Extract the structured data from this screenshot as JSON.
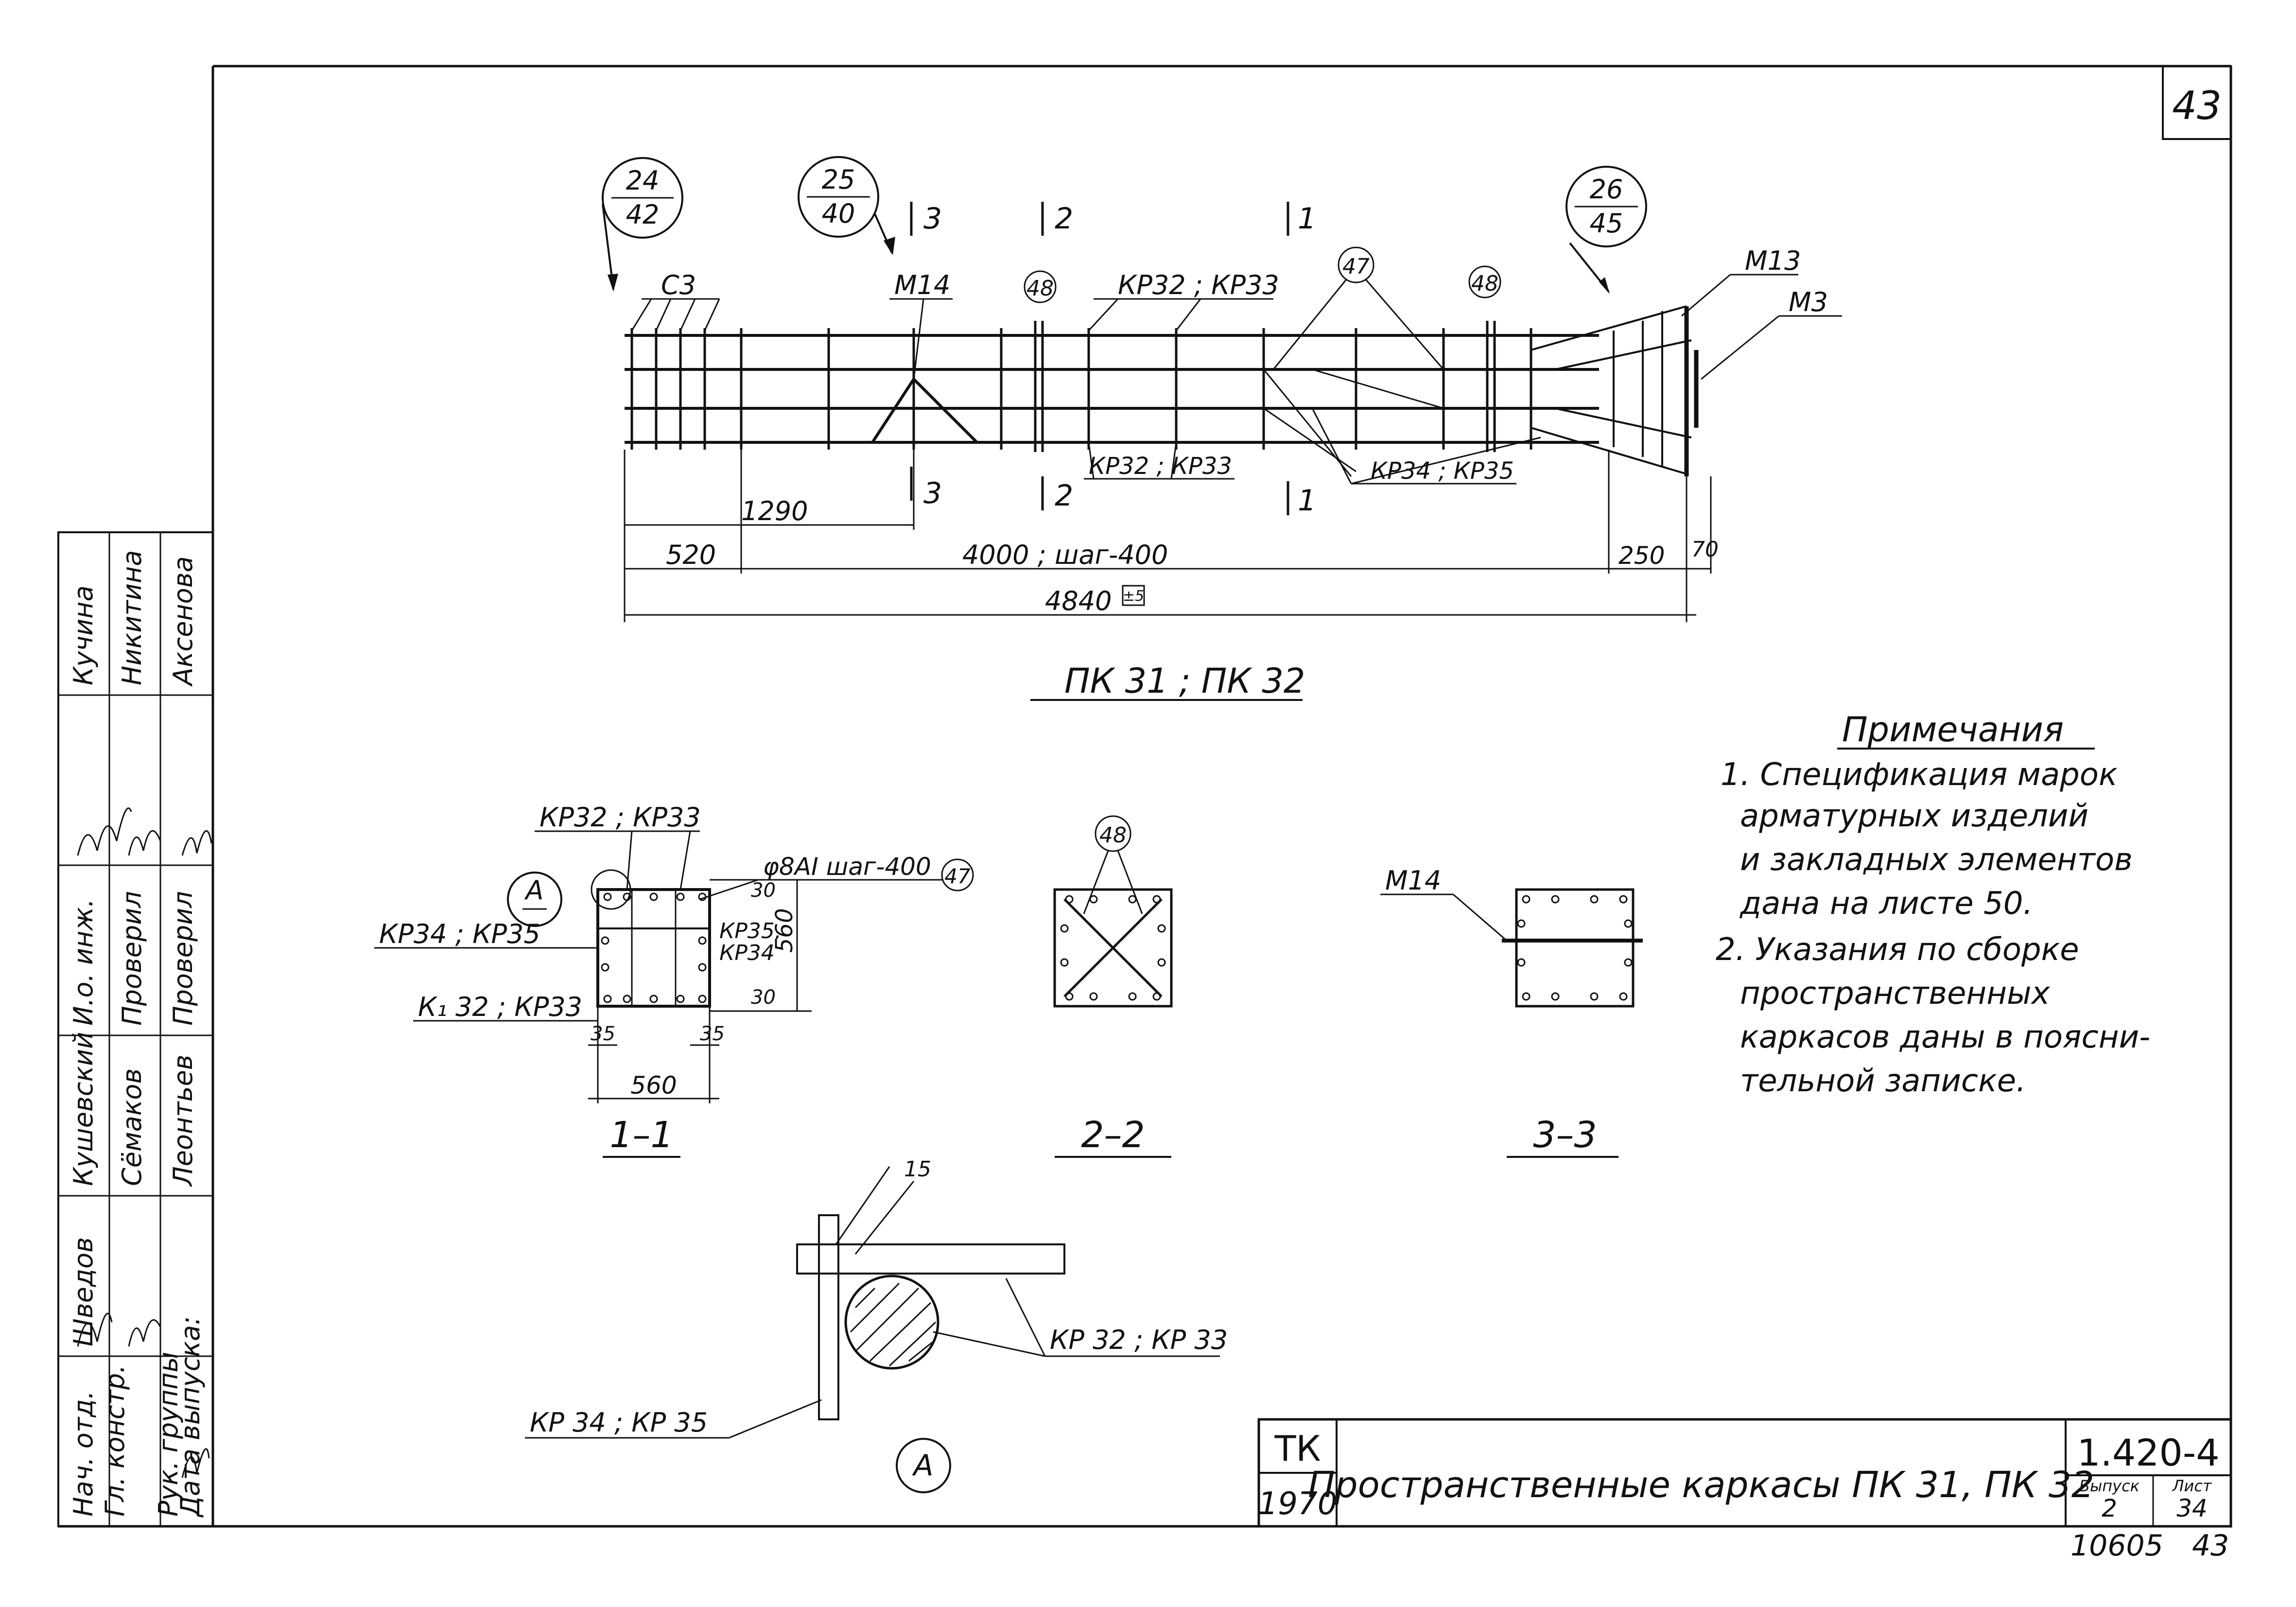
{
  "sheet_number": "43",
  "footer_number": "10605",
  "footer_sheet": "43",
  "callouts": {
    "c1_top": "24",
    "c1_bottom": "42",
    "c2_top": "25",
    "c2_bottom": "40",
    "c3_top": "26",
    "c3_bottom": "45"
  },
  "section_marks": {
    "s1": "1",
    "s2": "2",
    "s3": "3"
  },
  "elev_labels": {
    "c3": "С3",
    "m14": "М14",
    "pos48": "48",
    "kr32_33": "КР32 ; КР33",
    "pos47": "47",
    "m13": "М13",
    "m3": "М3",
    "kr32_33_bottom": "КР32 ; КР33",
    "kr34_35": "КР34 ; КР35"
  },
  "dims": {
    "d1290": "1290",
    "d520": "520",
    "d4000": "4000 ; шаг-400",
    "d250": "250",
    "d70": "70",
    "d4840": "4840",
    "d4840_tol": "±5"
  },
  "main_title": "ПК 31 ; ПК 32",
  "sec1": {
    "top_label": "КР32 ; КР33",
    "bar_label": "φ8АI шаг-400",
    "bar_pos": "47",
    "detail_mark": "А",
    "left_label": "КР34 ; КР35",
    "right_label_1": "КР35,",
    "right_label_2": "КР34",
    "bottom_label": "К₁ 32 ; КР33",
    "dim_30a": "30",
    "dim_560v": "560",
    "dim_30b": "30",
    "dim_35a": "35",
    "dim_35b": "35",
    "dim_560h": "560",
    "caption": "1–1"
  },
  "sec2": {
    "pos": "48",
    "caption": "2–2"
  },
  "sec3": {
    "label": "М14",
    "caption": "3–3"
  },
  "detail": {
    "dim15": "15",
    "label_right": "КР 32 ; КР 33",
    "label_left": "КР 34 ; КР 35",
    "mark": "А"
  },
  "notes": {
    "title": "Примечания",
    "lines": [
      "1. Спецификация марок",
      "арматурных изделий",
      "и закладных элементов",
      "дана на листе 50.",
      "2. Указания по сборке",
      "пространственных",
      "каркасов даны в поясни-",
      "тельной записке."
    ]
  },
  "stamp": {
    "org": "ТК",
    "year": "1970",
    "title": "Пространственные каркасы ПК 31, ПК 32",
    "code": "1.420-4",
    "issue_label": "Выпуск",
    "issue": "2",
    "sheet_label": "Лист",
    "sheet": "34"
  },
  "side_block": {
    "roles": [
      "Нач. отд.",
      "Гл. констр.",
      "Рук. группы",
      "Дата выпуска:"
    ],
    "names_a": [
      "Шведов",
      "Кушевский",
      "Сёмаков",
      "Леонтьев"
    ],
    "engineers_roles": [
      "И.о. инж.",
      "Проверил",
      "Проверил"
    ],
    "engineers": [
      "Кучина",
      "Никитина",
      "Аксенова"
    ]
  }
}
